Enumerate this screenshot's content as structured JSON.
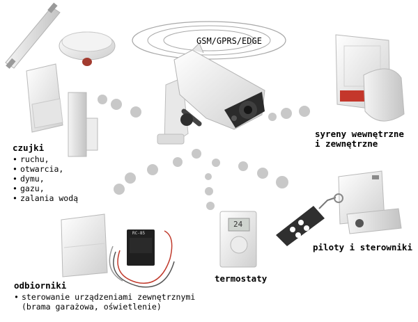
{
  "center": {
    "label": "GSM/GPRS/EDGE"
  },
  "sensors": {
    "title": "czujki",
    "items": [
      "ruchu,",
      "otwarcia,",
      "dymu,",
      "gazu,",
      "zalania wodą"
    ]
  },
  "sirens": {
    "line1": "syreny wewnętrzne",
    "line2": "i zewnętrzne"
  },
  "remotes": {
    "title": "piloty i sterowniki"
  },
  "thermostats": {
    "title": "termostaty",
    "display": "24"
  },
  "receivers": {
    "title": "odbiorniki",
    "item": "sterowanie urządzeniami zewnętrznymi",
    "item_sub": "(brama garażowa, oświetlenie)",
    "module_label": "RC-85"
  },
  "colors": {
    "dot": "#c8c8c8",
    "wave": "#a8a8a8",
    "text": "#000000"
  }
}
